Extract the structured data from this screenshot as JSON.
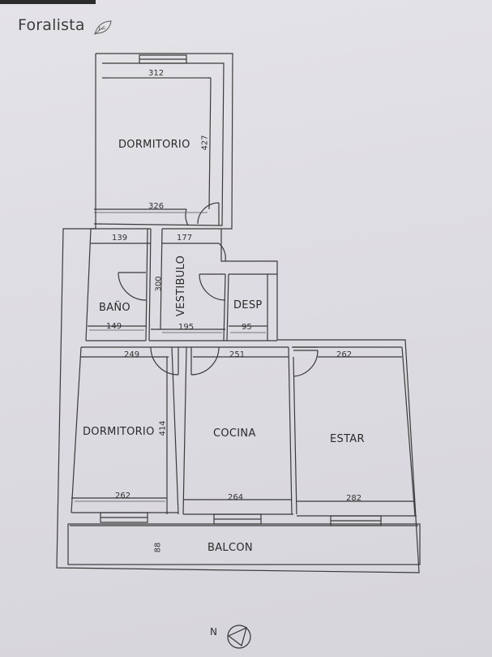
{
  "brand": {
    "name": "Foralista",
    "icon": "leaf-icon"
  },
  "rooms": {
    "dormitorio_top": "DORMITORIO",
    "vestibulo": "VESTIBULO",
    "bano": "BAÑO",
    "desp": "DESP",
    "dormitorio_bottom": "DORMITORIO",
    "cocina": "COCINA",
    "estar": "ESTAR",
    "balcon": "BALCON"
  },
  "dimensions": {
    "d312": "312",
    "d427": "427",
    "d326": "326",
    "d139": "139",
    "d177": "177",
    "d300": "300",
    "d149": "149",
    "d195": "195",
    "d95": "95",
    "d249": "249",
    "d251": "251",
    "d262_top": "262",
    "d414": "414",
    "d262_bottom": "262",
    "d264": "264",
    "d282": "282",
    "d88": "88"
  },
  "compass": {
    "letter": "N",
    "icon": "north-arrow-icon"
  },
  "colors": {
    "line": "#3a3a3a",
    "paper": "#e2e1e6"
  }
}
